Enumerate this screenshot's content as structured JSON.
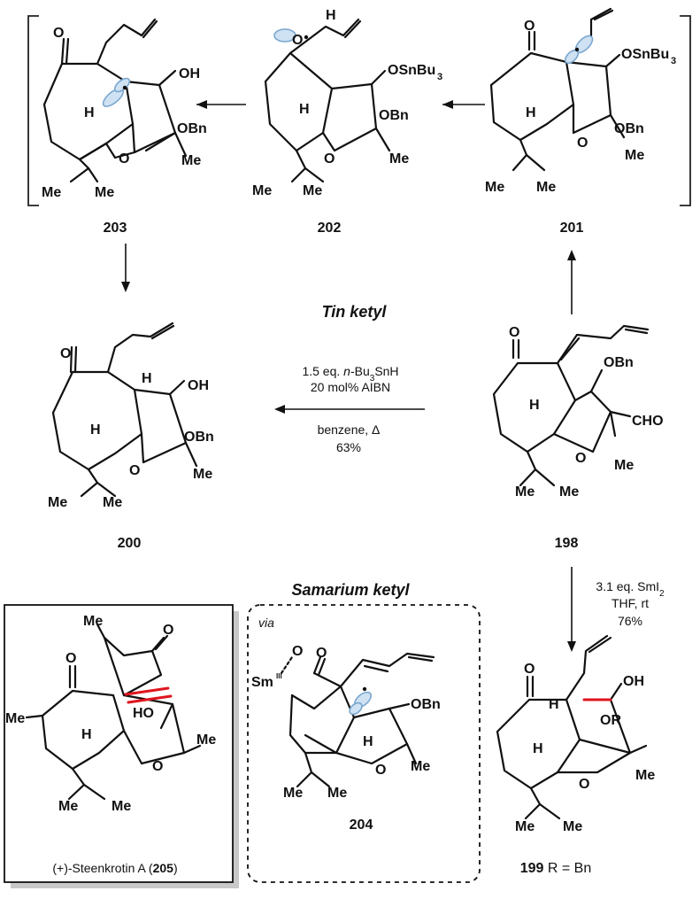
{
  "headings": {
    "tin": "Tin ketyl",
    "samarium": "Samarium ketyl"
  },
  "compounds": {
    "c198": "198",
    "c199_num": "199",
    "c199_rest": " R = Bn",
    "c200": "200",
    "c201": "201",
    "c202": "202",
    "c203": "203",
    "c204": "204",
    "c205_prefix": "(+)-Steenkrotin A (",
    "c205_num": "205",
    "c205_suffix": ")"
  },
  "conditions": {
    "tin_line1_pre": "1.5 eq. ",
    "tin_line1_italic": "n",
    "tin_line1_mid": "-Bu",
    "tin_line1_sub": "3",
    "tin_line1_post": "SnH",
    "tin_line2": "20 mol% AIBN",
    "tin_line3": "benzene, Δ",
    "tin_line4": "63%",
    "sm_line1_pre": "3.1 eq. SmI",
    "sm_line1_sub": "2",
    "sm_line2": "THF, rt",
    "sm_line3": "76%"
  },
  "via": "via",
  "atoms": {
    "O": "O",
    "OH": "OH",
    "H": "H",
    "OBn": "OBn",
    "Me": "Me",
    "CHO": "CHO",
    "OR": "OR",
    "OSnBu": "OSnBu",
    "sub3": "3",
    "Sm": "Sm",
    "SmIII": "III",
    "HO": "HO"
  }
}
